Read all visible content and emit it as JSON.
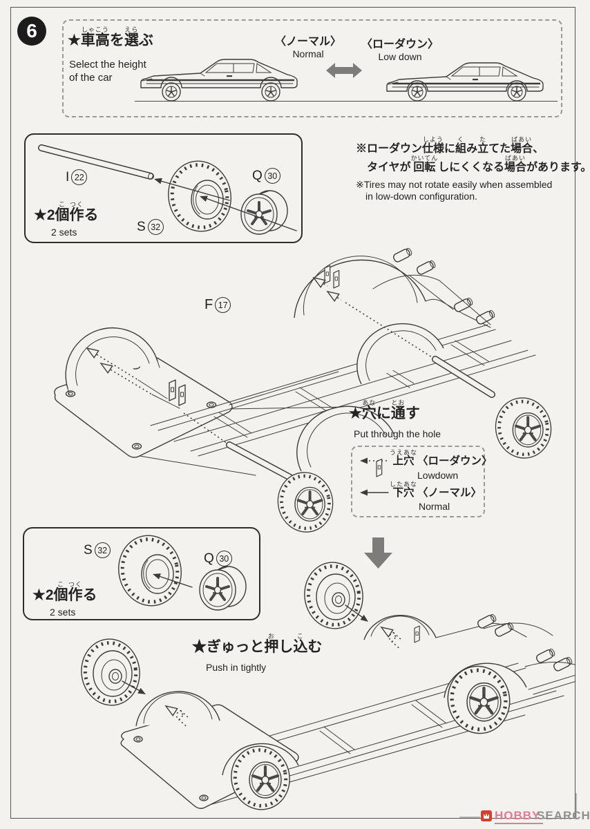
{
  "colors": {
    "page_bg": "#f3f2ee",
    "line": "#3c3b39",
    "dash_gray": "#9a9894",
    "arrow_gray": "#7d7c7a",
    "logo_red": "#d0402f",
    "logo_pink": "#dd7c92",
    "logo_gray": "#8f8f8f"
  },
  "step": {
    "number": "6"
  },
  "height_select": {
    "title": [
      {
        "furi": "",
        "base": "★"
      },
      {
        "furi": "しゃこう",
        "base": "車高"
      },
      {
        "furi": "",
        "base": "を"
      },
      {
        "furi": "えら",
        "base": "選"
      },
      {
        "furi": "",
        "base": "ぶ"
      }
    ],
    "subtitle_line1": "Select the height",
    "subtitle_line2": "of the car",
    "normal_jp": "〈ノーマル〉",
    "normal_en": "Normal",
    "lowdown_jp": "〈ローダウン〉",
    "lowdown_en": "Low down"
  },
  "caution": {
    "jp_line1": [
      {
        "furi": "",
        "base": "※ローダウン"
      },
      {
        "furi": "しよう",
        "base": "仕様"
      },
      {
        "furi": "",
        "base": "に"
      },
      {
        "furi": "く",
        "base": "組"
      },
      {
        "furi": "",
        "base": "み"
      },
      {
        "furi": "た",
        "base": "立"
      },
      {
        "furi": "",
        "base": "てた"
      },
      {
        "furi": "ばあい",
        "base": "場合"
      },
      {
        "furi": "",
        "base": "、"
      }
    ],
    "jp_line2": [
      {
        "furi": "",
        "base": "タイヤが"
      },
      {
        "furi": "かいてん",
        "base": "回転"
      },
      {
        "furi": "",
        "base": "しにくくなる"
      },
      {
        "furi": "ばあい",
        "base": "場合"
      },
      {
        "furi": "",
        "base": "があります。"
      }
    ],
    "en_line1": "※Tires may not rotate easily when assembled",
    "en_line2": "in low-down configuration."
  },
  "parts_box1": {
    "axle": {
      "letter": "I",
      "number": "22"
    },
    "tire": {
      "letter": "S",
      "number": "32"
    },
    "wheel": {
      "letter": "Q",
      "number": "30"
    }
  },
  "parts_box2": {
    "tire": {
      "letter": "S",
      "number": "32"
    },
    "wheel": {
      "letter": "Q",
      "number": "30"
    }
  },
  "make_label": {
    "title": [
      {
        "furi": "",
        "base": "★2"
      },
      {
        "furi": "こ",
        "base": "個"
      },
      {
        "furi": "つく",
        "base": "作"
      },
      {
        "furi": "",
        "base": "る"
      }
    ],
    "sets_en": "2 sets"
  },
  "chassis": {
    "part_label": {
      "letter": "F",
      "number": "17"
    }
  },
  "hole": {
    "title": [
      {
        "furi": "",
        "base": "★"
      },
      {
        "furi": "あな",
        "base": "穴"
      },
      {
        "furi": "",
        "base": "に"
      },
      {
        "furi": "とお",
        "base": "通"
      },
      {
        "furi": "",
        "base": "す"
      }
    ],
    "en": "Put through the hole"
  },
  "legend": {
    "row1": {
      "label": [
        {
          "furi": "うえあな",
          "base": "上穴"
        },
        {
          "furi": "",
          "base": "〈ローダウン〉"
        }
      ],
      "en": "Lowdown"
    },
    "row2": {
      "label": [
        {
          "furi": "したあな",
          "base": "下穴"
        },
        {
          "furi": "",
          "base": "〈ノーマル〉"
        }
      ],
      "en": "Normal"
    }
  },
  "push": {
    "title": [
      {
        "furi": "",
        "base": "★ぎゅっと"
      },
      {
        "furi": "お",
        "base": "押"
      },
      {
        "furi": "",
        "base": "し"
      },
      {
        "furi": "こ",
        "base": "込"
      },
      {
        "furi": "",
        "base": "む"
      }
    ],
    "en": "Push in tightly"
  },
  "logo": {
    "hobby": "HOBBY",
    "search": "SEARCH"
  }
}
